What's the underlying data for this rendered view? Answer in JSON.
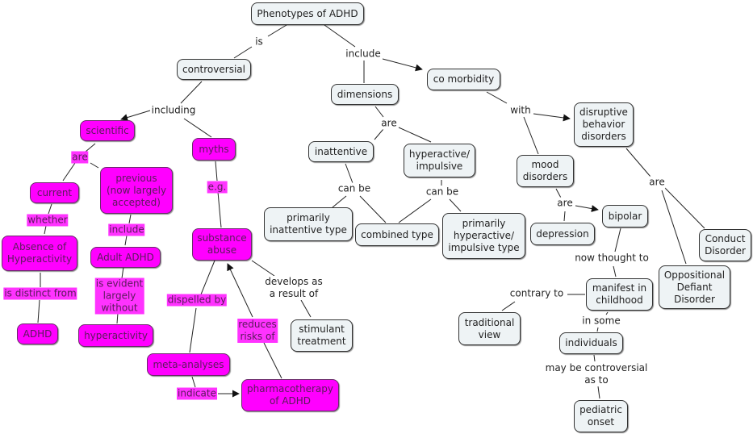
{
  "title": "Phenotypes of ADHD",
  "colors": {
    "plain_node": "#eef3f5",
    "highlight_node": "#ff00ff",
    "line": "#222222"
  },
  "nodes": {
    "root": "Phenotypes of ADHD",
    "controversial": "controversial",
    "scientific": "scientific",
    "myths": "myths",
    "current": "current",
    "previous": "previous\n(now largely\naccepted)",
    "absence_hyper": "Absence of\nHyperactivity",
    "adult_adhd": "Adult ADHD",
    "adhd": "ADHD",
    "hyperactivity": "hyperactivity",
    "substance_abuse": "substance\nabuse",
    "stimulant": "stimulant\ntreatment",
    "meta": "meta-analyses",
    "pharma": "pharmacotherapy\nof ADHD",
    "dimensions": "dimensions",
    "inattentive": "inattentive",
    "hyperimp": "hyperactive/\nimpulsive",
    "prim_inatt": "primarily\ninattentive type",
    "combined": "combined type",
    "prim_hyper": "primarily\nhyperactive/\nimpulsive type",
    "comorbidity": "co morbidity",
    "dbd": "disruptive\nbehavior\ndisorders",
    "mood": "mood\ndisorders",
    "depression": "depression",
    "bipolar": "bipolar",
    "conduct": "Conduct\nDisorder",
    "odd": "Oppositional\nDefiant\nDisorder",
    "manifest": "manifest in\nchildhood",
    "traditional": "traditional\nview",
    "individuals": "individuals",
    "pediatric": "pediatric\nonset"
  },
  "links": {
    "is": "is",
    "include_top": "include",
    "including": "including",
    "are_sci": "are",
    "eg": "e.g.",
    "whether": "whether",
    "include_prev": "include",
    "is_distinct": "is distinct from",
    "is_evident": "is evident\nlargely\nwithout",
    "dispelled": "dispelled by",
    "reduces": "reduces\nrisks of",
    "develops": "develops as\na result of",
    "indicate": "indicate",
    "are_dim": "are",
    "canbe1": "can be",
    "canbe2": "can be",
    "with": "with",
    "are_dbd": "are",
    "are_mood": "are",
    "now_thought": "now thought to",
    "contrary": "contrary to",
    "in_some": "in some",
    "may_be": "may be controversial\nas to"
  }
}
